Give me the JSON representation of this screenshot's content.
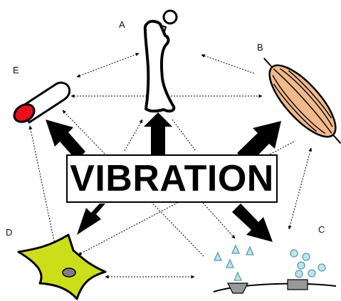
{
  "center_label": "VIBRATION",
  "nodes": {
    "a": {
      "label": "A",
      "icon": "bone-icon"
    },
    "b": {
      "label": "B",
      "icon": "muscle-icon"
    },
    "c": {
      "label": "C",
      "icon": "cell-culture-icon"
    },
    "d": {
      "label": "D",
      "icon": "neuron-cell-icon"
    },
    "e": {
      "label": "E",
      "icon": "tube-icon"
    }
  },
  "colors": {
    "line": "#000000",
    "tube_cap": "#e8101a",
    "muscle_fill": "#f1b98c",
    "cell_fill": "#ccde1a",
    "nucleus_fill": "#7f7f7f",
    "particle_fill": "#bfe3ec",
    "particle_stroke": "#5a9cb0"
  }
}
